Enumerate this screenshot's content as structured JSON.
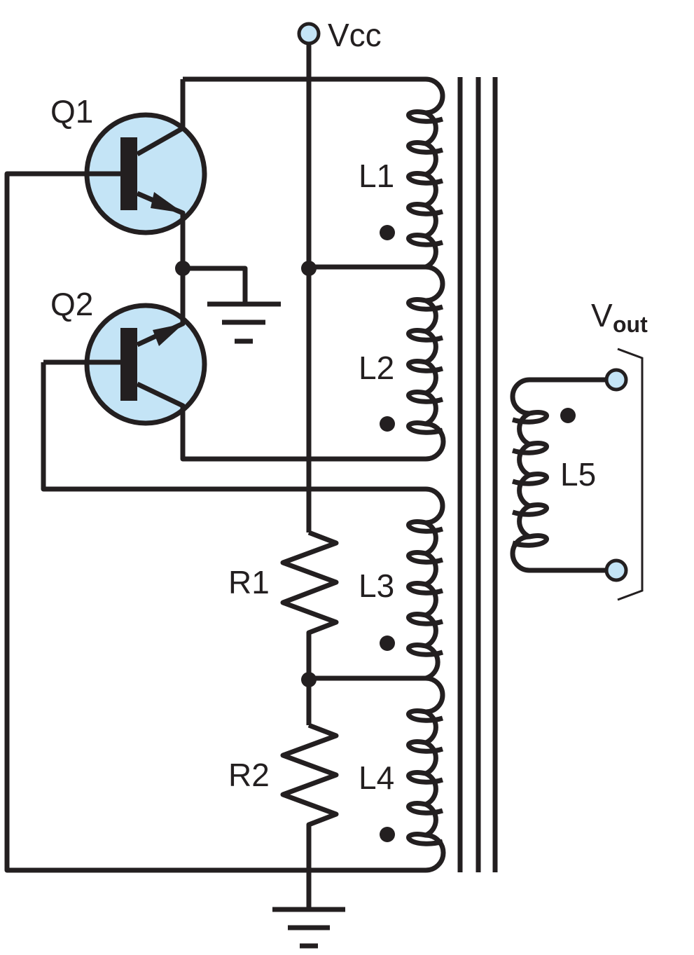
{
  "diagram": {
    "supply_label": "Vcc",
    "transistors": [
      {
        "label": "Q1"
      },
      {
        "label": "Q2"
      }
    ],
    "resistors": [
      {
        "label": "R1"
      },
      {
        "label": "R2"
      }
    ],
    "inductors": [
      {
        "label": "L1"
      },
      {
        "label": "L2"
      },
      {
        "label": "L3"
      },
      {
        "label": "L4"
      },
      {
        "label": "L5"
      }
    ],
    "output": {
      "label_main": "V",
      "label_sub": "out"
    }
  },
  "colors": {
    "line": "#231f20",
    "component_fill": "#c4e4f6"
  }
}
